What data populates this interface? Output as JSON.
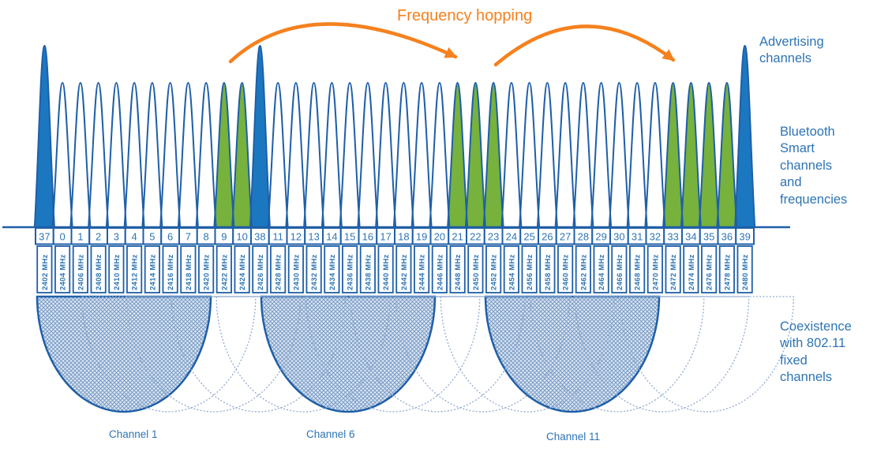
{
  "annotations": {
    "frequency_hopping": "Frequency hopping",
    "advertising_channels": "Advertising\nchannels",
    "bluetooth_channels": "Bluetooth\nSmart\nchannels\nand\nfrequencies",
    "coexistence": "Coexistence\nwith 802.11\nfixed\nchannels"
  },
  "colors": {
    "outline_blue": "#1f5fa8",
    "cell_text_blue": "#2e75b6",
    "advertising_fill": "#1b78c0",
    "hopping_fill": "#76b23c",
    "orange": "#f5811e",
    "dotted_blue": "#92aacf",
    "hatch_line": "#6f94c2",
    "hatch_bg": "#dce6f2"
  },
  "ble_channels": [
    {
      "ch": "37",
      "freq": "2402 MHz",
      "type": "advertising"
    },
    {
      "ch": "0",
      "freq": "2404 MHz",
      "type": "data"
    },
    {
      "ch": "1",
      "freq": "2406 MHz",
      "type": "data"
    },
    {
      "ch": "2",
      "freq": "2408 MHz",
      "type": "data"
    },
    {
      "ch": "3",
      "freq": "2410 MHz",
      "type": "data"
    },
    {
      "ch": "4",
      "freq": "2412 MHz",
      "type": "data"
    },
    {
      "ch": "5",
      "freq": "2414 MHz",
      "type": "data"
    },
    {
      "ch": "6",
      "freq": "2416 MHz",
      "type": "data"
    },
    {
      "ch": "7",
      "freq": "2418 MHz",
      "type": "data"
    },
    {
      "ch": "8",
      "freq": "2420 MHz",
      "type": "data"
    },
    {
      "ch": "9",
      "freq": "2422 MHz",
      "type": "hopping"
    },
    {
      "ch": "10",
      "freq": "2424 MHz",
      "type": "hopping"
    },
    {
      "ch": "38",
      "freq": "2426 MHz",
      "type": "advertising"
    },
    {
      "ch": "11",
      "freq": "2428 MHz",
      "type": "data"
    },
    {
      "ch": "12",
      "freq": "2430 MHz",
      "type": "data"
    },
    {
      "ch": "13",
      "freq": "2432 MHz",
      "type": "data"
    },
    {
      "ch": "14",
      "freq": "2434 MHz",
      "type": "data"
    },
    {
      "ch": "15",
      "freq": "2436 MHz",
      "type": "data"
    },
    {
      "ch": "16",
      "freq": "2438 MHz",
      "type": "data"
    },
    {
      "ch": "17",
      "freq": "2440 MHz",
      "type": "data"
    },
    {
      "ch": "18",
      "freq": "2442 MHz",
      "type": "data"
    },
    {
      "ch": "19",
      "freq": "2444 MHz",
      "type": "data"
    },
    {
      "ch": "20",
      "freq": "2446 MHz",
      "type": "data"
    },
    {
      "ch": "21",
      "freq": "2448 MHz",
      "type": "hopping"
    },
    {
      "ch": "22",
      "freq": "2450 MHz",
      "type": "hopping"
    },
    {
      "ch": "23",
      "freq": "2452 MHz",
      "type": "hopping"
    },
    {
      "ch": "24",
      "freq": "2454 MHz",
      "type": "data"
    },
    {
      "ch": "25",
      "freq": "2456 MHz",
      "type": "data"
    },
    {
      "ch": "26",
      "freq": "2458 MHz",
      "type": "data"
    },
    {
      "ch": "27",
      "freq": "2460 MHz",
      "type": "data"
    },
    {
      "ch": "28",
      "freq": "2462 MHz",
      "type": "data"
    },
    {
      "ch": "29",
      "freq": "2464 MHz",
      "type": "data"
    },
    {
      "ch": "30",
      "freq": "2466 MHz",
      "type": "data"
    },
    {
      "ch": "31",
      "freq": "2468 MHz",
      "type": "data"
    },
    {
      "ch": "32",
      "freq": "2470 MHz",
      "type": "data"
    },
    {
      "ch": "33",
      "freq": "2472 MHz",
      "type": "hopping"
    },
    {
      "ch": "34",
      "freq": "2474 MHz",
      "type": "hopping"
    },
    {
      "ch": "35",
      "freq": "2476 MHz",
      "type": "hopping"
    },
    {
      "ch": "36",
      "freq": "2478 MHz",
      "type": "hopping"
    },
    {
      "ch": "39",
      "freq": "2480 MHz",
      "type": "advertising"
    }
  ],
  "wifi_channels": {
    "filled": [
      {
        "label": "Channel 1"
      },
      {
        "label": "Channel 6"
      },
      {
        "label": "Channel 11"
      }
    ]
  }
}
